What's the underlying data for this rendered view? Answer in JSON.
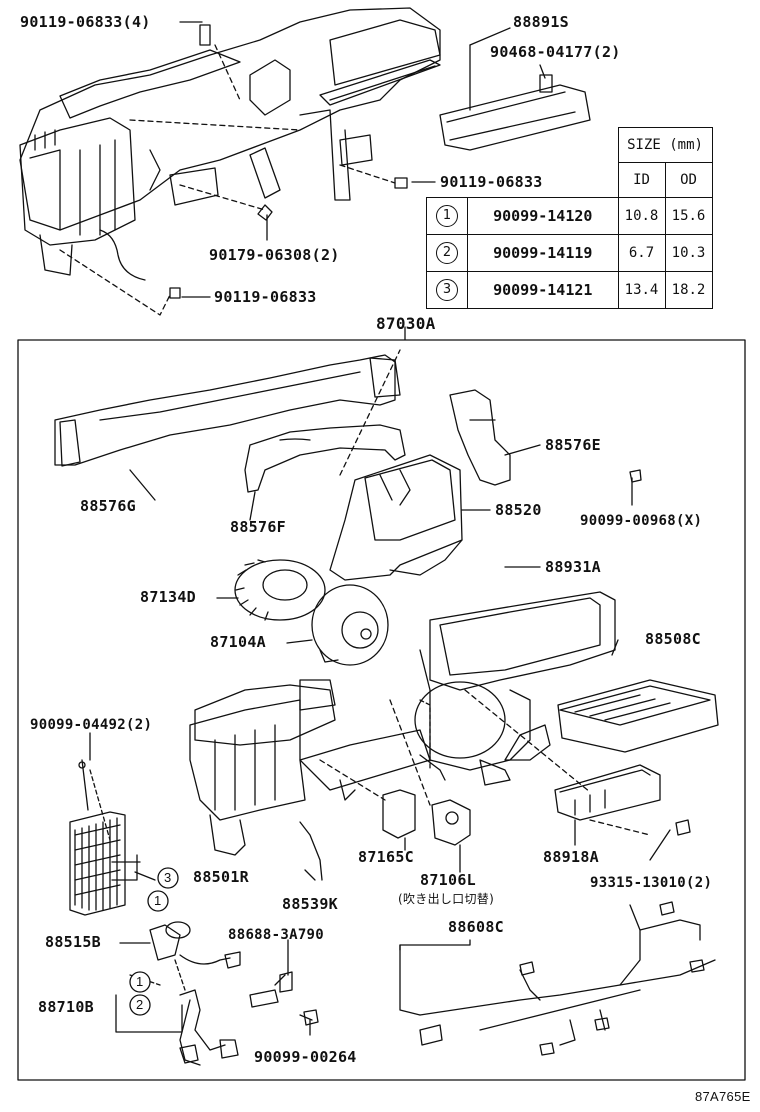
{
  "diagram": {
    "assembly_label": "87030A",
    "drawing_code": "87A765E",
    "top_labels": [
      {
        "id": "screw-tl",
        "text": "90119-06833(4)"
      },
      {
        "id": "filter-cover",
        "text": "88891S"
      },
      {
        "id": "clip",
        "text": "90468-04177(2)"
      },
      {
        "id": "screw-mid",
        "text": "90119-06833"
      },
      {
        "id": "nut",
        "text": "90179-06308(2)"
      },
      {
        "id": "screw-low",
        "text": "90119-06833"
      }
    ],
    "size_table": {
      "header": "SIZE (mm)",
      "col_id": "ID",
      "col_od": "OD",
      "rows": [
        {
          "mark": "1",
          "part": "90099-14120",
          "id": "10.8",
          "od": "15.6"
        },
        {
          "mark": "2",
          "part": "90099-14119",
          "id": "6.7",
          "od": "10.3"
        },
        {
          "mark": "3",
          "part": "90099-14121",
          "id": "13.4",
          "od": "18.2"
        }
      ]
    },
    "part_labels": [
      {
        "id": "p88576G",
        "text": "88576G"
      },
      {
        "id": "p88576F",
        "text": "88576F"
      },
      {
        "id": "p88576E",
        "text": "88576E"
      },
      {
        "id": "p88520",
        "text": "88520"
      },
      {
        "id": "p90099-00968",
        "text": "90099-00968(X)"
      },
      {
        "id": "p88931A",
        "text": "88931A"
      },
      {
        "id": "p87134D",
        "text": "87134D"
      },
      {
        "id": "p87104A",
        "text": "87104A"
      },
      {
        "id": "p88508C",
        "text": "88508C"
      },
      {
        "id": "p90099-04492",
        "text": "90099-04492(2)"
      },
      {
        "id": "p87165C",
        "text": "87165C"
      },
      {
        "id": "p87106L",
        "text": "87106L"
      },
      {
        "id": "p88918A",
        "text": "88918A"
      },
      {
        "id": "p93315",
        "text": "93315-13010(2)"
      },
      {
        "id": "p88501R",
        "text": "88501R"
      },
      {
        "id": "p88539K",
        "text": "88539K"
      },
      {
        "id": "p88515B",
        "text": "88515B"
      },
      {
        "id": "p88688",
        "text": "88688-3A790"
      },
      {
        "id": "p88608C",
        "text": "88608C"
      },
      {
        "id": "p88710B",
        "text": "88710B"
      },
      {
        "id": "p90099-00264",
        "text": "90099-00264"
      }
    ],
    "note_87106L": "(吹き出し口切替)",
    "circle_marks": [
      "3",
      "1",
      "1",
      "2"
    ]
  }
}
